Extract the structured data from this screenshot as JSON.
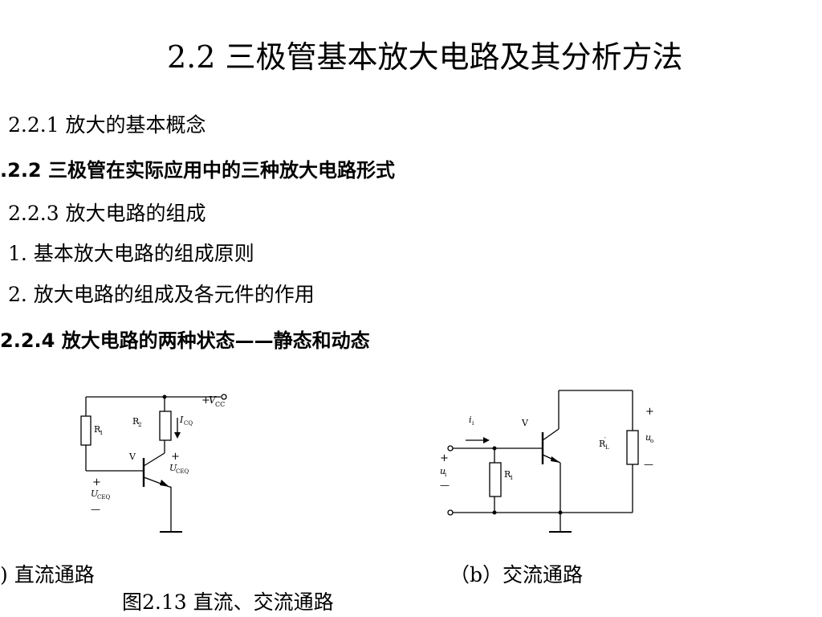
{
  "title": "2.2  三极管基本放大电路及其分析方法",
  "outline": {
    "s221": "2.2.1  放大的基本概念",
    "s222": ".2.2  三极管在实际应用中的三种放大电路形式",
    "s223": "2.2.3  放大电路的组成",
    "item1": "1.  基本放大电路的组成原则",
    "item2": "2. 放大电路的组成及各元件的作用",
    "s224": "2.2.4  放大电路的两种状态——静态和动态"
  },
  "figure_a": {
    "vcc_plus": "+",
    "vcc_v": "V",
    "vcc_sub": "CC",
    "r1": "R",
    "r1_sub": "1",
    "r2": "R",
    "r2_sub": "2",
    "icq_i": "I",
    "icq_sub": "CQ",
    "v": "V",
    "uceq_top_plus": "+",
    "uceq_top_u": "U",
    "uceq_top_sub": "CEQ",
    "uceq_left_plus": "+",
    "uceq_left_u": "U",
    "uceq_left_sub": "CEQ",
    "uceq_left_minus": "—",
    "caption": ")  直流通路"
  },
  "figure_b": {
    "ii": "i",
    "ii_sub": "i",
    "v": "V",
    "ui_plus": "+",
    "ui": "u",
    "ui_sub": "i",
    "ui_minus": "—",
    "r1": "R",
    "r1_sub": "1",
    "rl": "R",
    "rl_prime": "′",
    "rl_sub": "L",
    "uo_plus": "+",
    "uo": "u",
    "uo_sub": "o",
    "uo_minus": "—",
    "caption": "（b）交流通路"
  },
  "figure_caption": "图2.13  直流、交流通路"
}
